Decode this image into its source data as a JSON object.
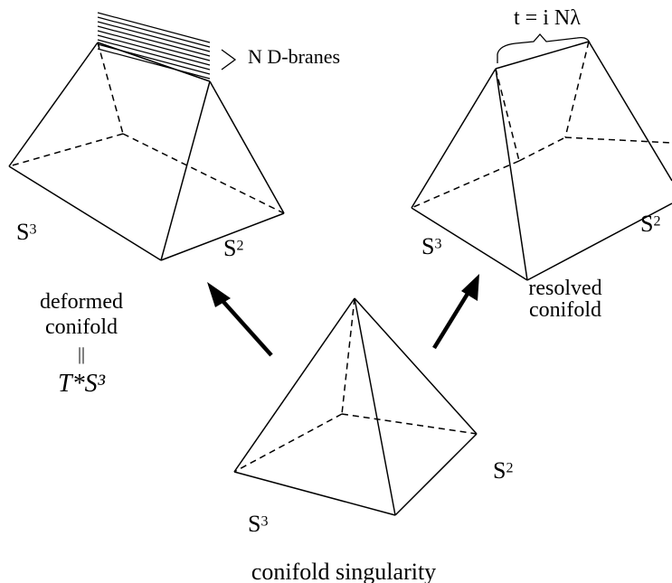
{
  "labels": {
    "branes": "N D-branes",
    "t_eq": "t = i Nλ",
    "deformed_line1": "deformed",
    "deformed_line2": "conifold",
    "equiv": "||",
    "cotangent": "T*S³",
    "resolved_line1": "resolved",
    "resolved_line2": "conifold",
    "singularity": "conifold singularity"
  },
  "spheres": {
    "s3": "S",
    "s2": "S",
    "sup3": "3",
    "sup2": "2"
  }
}
